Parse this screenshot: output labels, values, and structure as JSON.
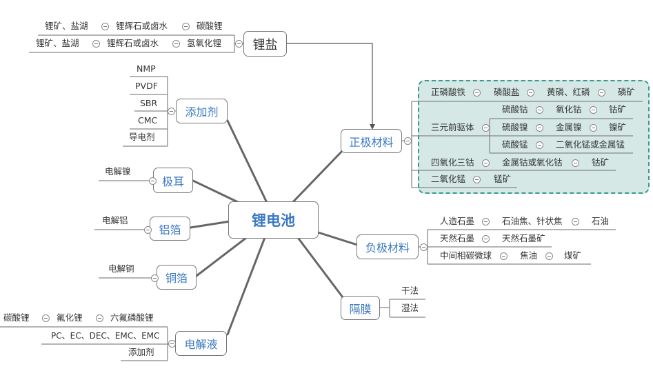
{
  "center": "锂电池",
  "nodes": {
    "lithium_salt": "锂盐",
    "cathode": "正极材料",
    "additive": "添加剂",
    "tab": "极耳",
    "al_foil": "铝箔",
    "cu_foil": "铜箔",
    "electrolyte": "电解液",
    "anode": "负极材料",
    "separator": "隔膜"
  },
  "lithium_salt": {
    "row1": [
      "锂矿、盐湖",
      "锂辉石或卤水",
      "碳酸锂"
    ],
    "row2": [
      "锂矿、盐湖",
      "锂辉石或卤水",
      "氢氧化锂"
    ]
  },
  "additive": [
    "NMP",
    "PVDF",
    "SBR",
    "CMC",
    "导电剂"
  ],
  "tab": "电解镍",
  "al_foil": "电解铝",
  "cu_foil": "电解铜",
  "electrolyte": {
    "row1": [
      "碳酸锂",
      "氟化锂",
      "六氟磷酸锂"
    ],
    "row2": "PC、EC、DEC、EMC、EMC",
    "row3": "添加剂"
  },
  "cathode": {
    "lfp": [
      "正磷酸铁",
      "磷酸盐",
      "黄磷、红磷",
      "磷矿"
    ],
    "ternary": "三元前驱体",
    "co": [
      "硫酸钴",
      "氧化钴",
      "钴矿"
    ],
    "ni": [
      "硫酸镍",
      "金属镍",
      "镍矿"
    ],
    "mn": [
      "硫酸锰",
      "二氧化锰或金属锰"
    ],
    "co3o4": [
      "四氧化三钴",
      "金属钴或氧化钴",
      "钴矿"
    ],
    "mno2": [
      "二氧化锰",
      "锰矿"
    ]
  },
  "anode": {
    "artificial": [
      "人造石墨",
      "石油焦、针状焦",
      "石油"
    ],
    "natural": [
      "天然石墨",
      "天然石墨矿"
    ],
    "mcmb": [
      "中间相碳微球",
      "焦油",
      "煤矿"
    ]
  },
  "separator": [
    "干法",
    "湿法"
  ]
}
